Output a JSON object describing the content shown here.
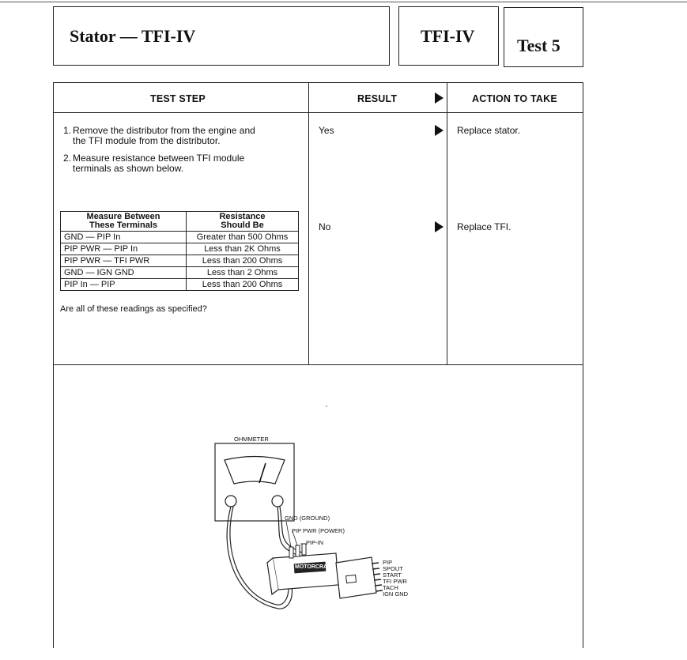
{
  "header": {
    "title": "Stator — TFI-IV",
    "system": "TFI-IV",
    "test": "Test 5"
  },
  "table": {
    "col_test_step": "TEST STEP",
    "col_result": "RESULT",
    "col_action": "ACTION TO TAKE"
  },
  "steps": [
    {
      "num": "1.",
      "text_line1": "Remove the distributor from the engine and",
      "text_line2": "the TFI module from the distributor."
    },
    {
      "num": "2.",
      "text_line1": "Measure resistance between TFI module",
      "text_line2": "terminals as shown below."
    }
  ],
  "measurements": {
    "header_col1_line1": "Measure Between",
    "header_col1_line2": "These Terminals",
    "header_col2_line1": "Resistance",
    "header_col2_line2": "Should Be",
    "rows": [
      {
        "terminals": "GND — PIP In",
        "resistance": "Greater than 500 Ohms"
      },
      {
        "terminals": "PIP PWR — PIP In",
        "resistance": "Less than 2K Ohms"
      },
      {
        "terminals": "PIP PWR — TFI PWR",
        "resistance": "Less than 200 Ohms"
      },
      {
        "terminals": "GND — IGN GND",
        "resistance": "Less than 2 Ohms"
      },
      {
        "terminals": "PIP In — PIP",
        "resistance": "Less than 200 Ohms"
      }
    ]
  },
  "question": "Are all of these readings as specified?",
  "results": [
    {
      "result": "Yes",
      "action": "Replace stator."
    },
    {
      "result": "No",
      "action": "Replace TFI."
    }
  ],
  "diagram": {
    "ohmmeter_label": "OHMMETER",
    "module_label": "MOTORCRAFT",
    "pin_labels": [
      "GND (GROUND)",
      "PIP PWR (POWER)",
      "PIP-IN"
    ],
    "connector_labels": [
      "PIP",
      "SPOUT",
      "START",
      "TFI PWR",
      "TACH",
      "IGN GND"
    ]
  }
}
